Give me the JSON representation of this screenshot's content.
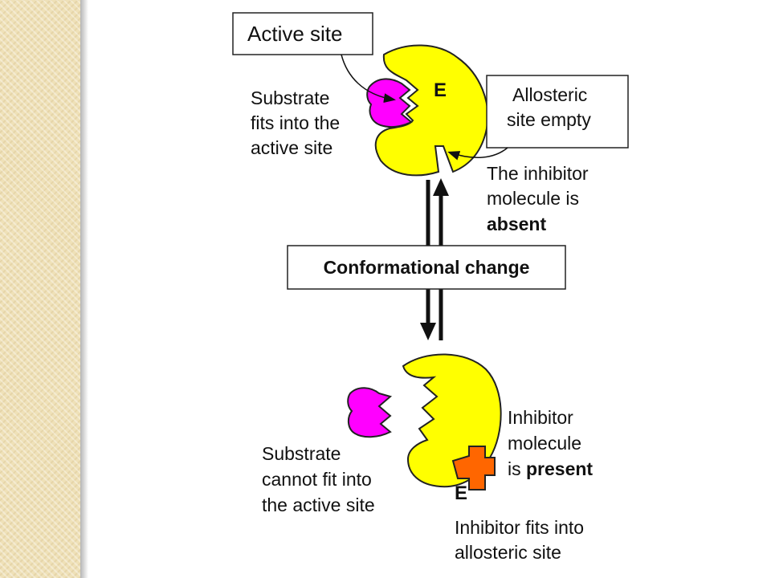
{
  "colors": {
    "enzyme": "#ffff00",
    "substrate": "#ff00ff",
    "inhibitor": "#ff6600",
    "strip": "#efe1b8"
  },
  "labels": {
    "active_site": "Active site",
    "enzyme_top": "E",
    "enzyme_bottom": "E",
    "substrate_fits": [
      "Substrate",
      "fits into the",
      "active site"
    ],
    "allosteric_empty": [
      "Allosteric",
      "site empty"
    ],
    "inhibitor_absent_lines": [
      "The inhibitor",
      "molecule is"
    ],
    "inhibitor_absent_bold": "absent",
    "conformational_change": "Conformational change",
    "inhibitor_present_lines": [
      "Inhibitor",
      "molecule"
    ],
    "inhibitor_present_prefix": "is ",
    "inhibitor_present_bold": "present",
    "substrate_cannot": [
      "Substrate",
      "cannot fit into",
      "the active site"
    ],
    "inhibitor_fits": [
      "Inhibitor fits into",
      "allosteric site"
    ]
  }
}
